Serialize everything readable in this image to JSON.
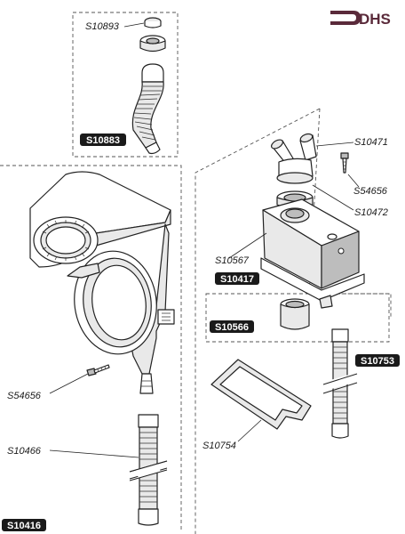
{
  "brand": {
    "logo_text": "DHS",
    "logo_color": "#5a2a3a"
  },
  "part_labels": {
    "S10893": "S10893",
    "S10471": "S10471",
    "S54656_top": "S54656",
    "S10472": "S10472",
    "S10567": "S10567",
    "S54656_left": "S54656",
    "S10466": "S10466",
    "S10754": "S10754"
  },
  "assembly_badges": {
    "S10883": "S10883",
    "S10417": "S10417",
    "S10566": "S10566",
    "S10753": "S10753",
    "S10416": "S10416"
  },
  "colors": {
    "badge_fill": "#1a1a1a",
    "line": "#222222"
  }
}
